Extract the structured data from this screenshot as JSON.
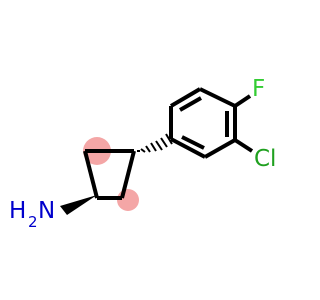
{
  "structure": {
    "atoms": {
      "fluorine": {
        "symbol": "F",
        "color": "#33cc33"
      },
      "chlorine": {
        "symbol": "Cl",
        "color": "#1fa01f"
      },
      "amine_h": {
        "symbol": "H",
        "subscript": "2",
        "color": "#0000cc"
      },
      "amine_n": {
        "symbol": "N",
        "color": "#0000cc"
      }
    },
    "highlight_color": "#f4a6a6"
  }
}
